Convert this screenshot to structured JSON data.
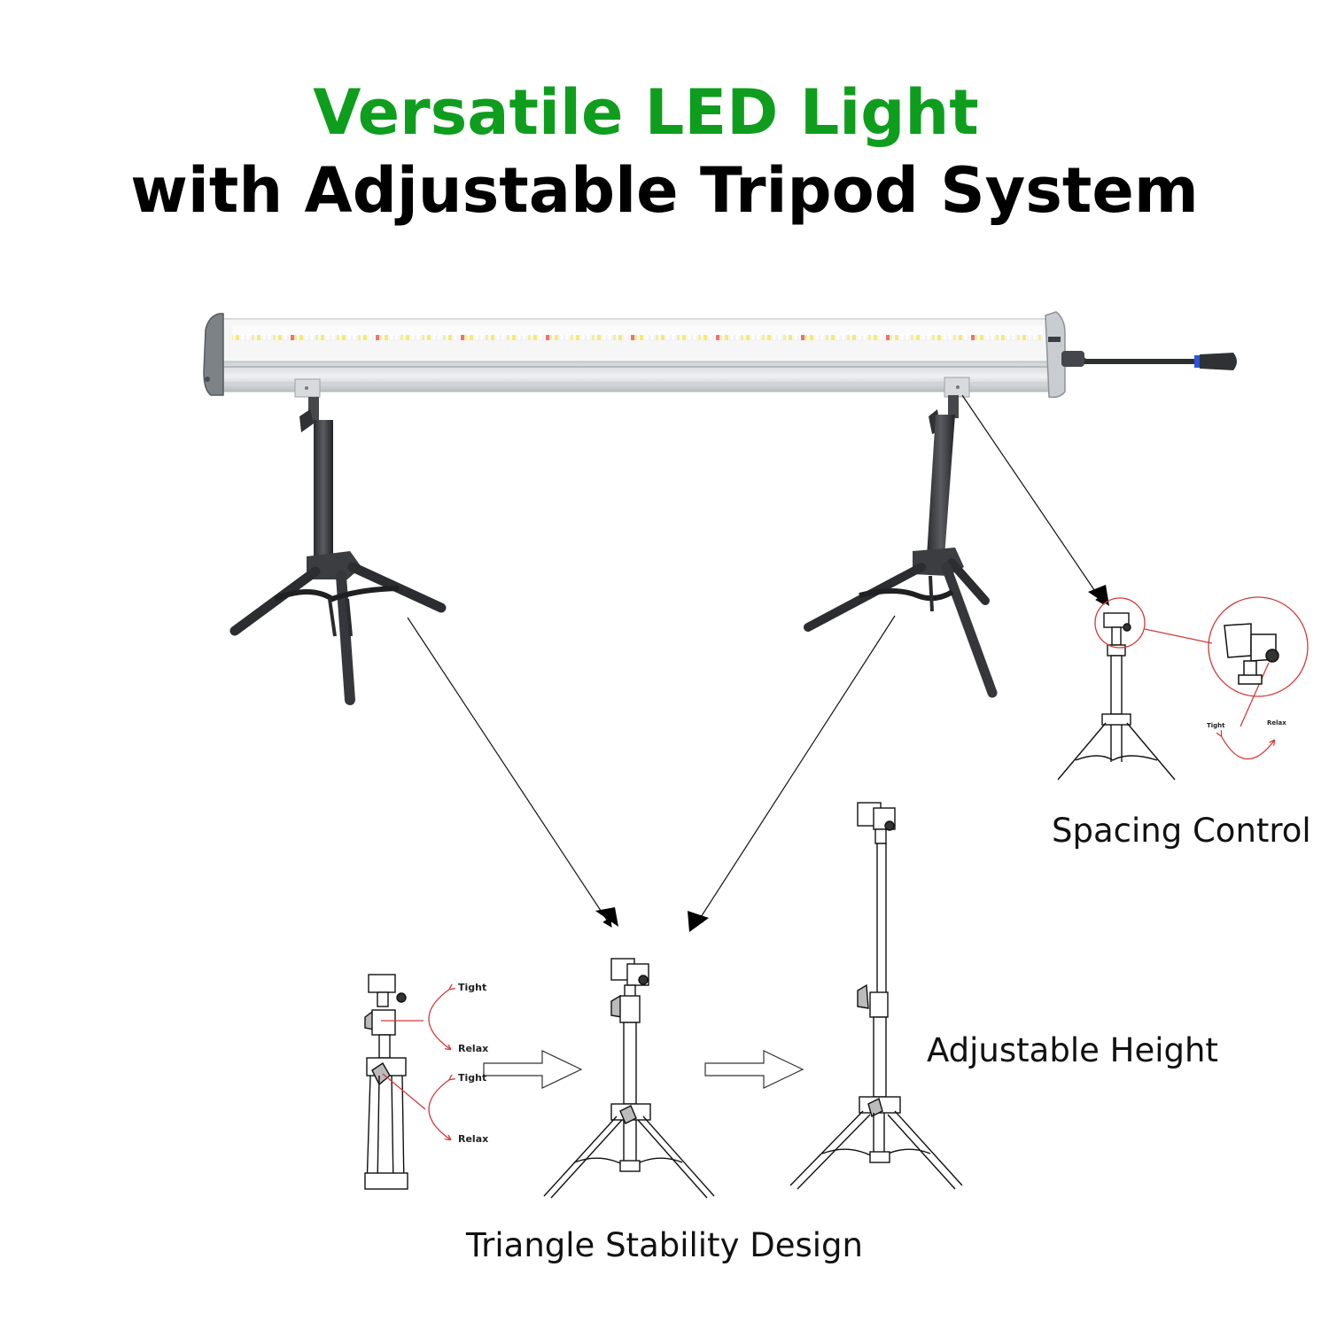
{
  "header": {
    "title_line1": "Versatile LED Light",
    "title_line2": "with Adjustable Tripod System",
    "accent_color": "#0f9d1e",
    "text_color": "#000000"
  },
  "product": {
    "name": "LED light bar on two tripods",
    "icons": [
      "led-light-bar-icon",
      "tripod-icon",
      "power-cable-icon",
      "mounting-clamp-icon"
    ],
    "led_colors": [
      "#f5e84a",
      "#ffffff",
      "#e8484a"
    ],
    "connector_accent": "#1f4fd6"
  },
  "features": {
    "spacing_control": {
      "label": "Spacing Control",
      "detail_tight": "Tight",
      "detail_relax": "Relax"
    },
    "triangle_stability": {
      "label": "Triangle Stability Design",
      "knob_top_tight": "Tight",
      "knob_top_relax": "Relax",
      "knob_bottom_tight": "Tight",
      "knob_bottom_relax": "Relax"
    },
    "adjustable_height": {
      "label": "Adjustable Height"
    }
  },
  "annotation_color": "#d23a3a"
}
